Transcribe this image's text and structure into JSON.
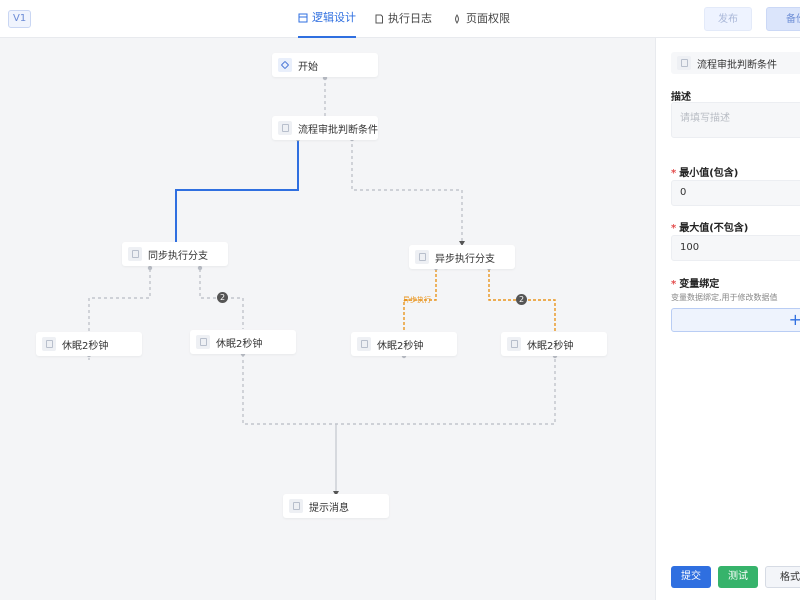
{
  "header": {
    "version": "V1",
    "tabs": [
      {
        "label": "逻辑设计",
        "active": true,
        "icon": "design-icon"
      },
      {
        "label": "执行日志",
        "active": false,
        "icon": "document-icon"
      },
      {
        "label": "页面权限",
        "active": false,
        "icon": "permission-icon"
      }
    ],
    "publish_label": "发布",
    "backup_label": "备份"
  },
  "flow": {
    "nodes": {
      "start": "开始",
      "condition": "流程审批判断条件",
      "sync_branch": "同步执行分支",
      "async_branch": "异步执行分支",
      "sleep1": "休眠2秒钟",
      "sleep2": "休眠2秒钟",
      "sleep3": "休眠2秒钟",
      "sleep4": "休眠2秒钟",
      "notify": "提示消息"
    },
    "badges": [
      "2",
      "2"
    ],
    "edge_label": "异步执行"
  },
  "panel": {
    "title": "流程审批判断条件",
    "description_label": "描述",
    "description_placeholder": "请填写描述",
    "min_label": "最小值(包含)",
    "min_value": "0",
    "max_label": "最大值(不包含)",
    "max_value": "100",
    "binding_label": "变量绑定",
    "binding_hint": "变量数据绑定,用于修改数据值",
    "add_symbol": "+",
    "submit_label": "提交",
    "test_label": "测试",
    "format_label": "格式化"
  },
  "colors": {
    "accent": "#2f6fe0",
    "active_edge": "#2f6fe0",
    "async_edge": "#e9951f",
    "test": "#36b36b"
  }
}
